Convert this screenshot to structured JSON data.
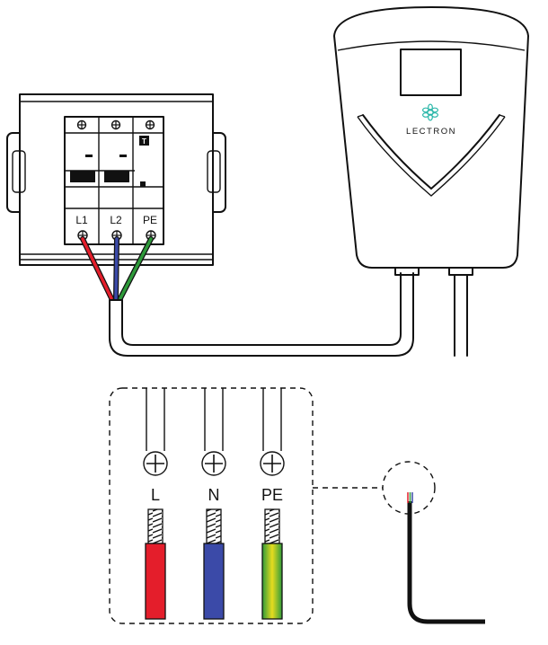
{
  "breaker": {
    "terminal_labels": [
      "L1",
      "L2",
      "PE"
    ],
    "test_button": "T"
  },
  "charger": {
    "brand": "LECTRON"
  },
  "detail": {
    "terminal_labels": [
      "L",
      "N",
      "PE"
    ]
  },
  "colors": {
    "live": "#e41e2b",
    "neutral": "#3b4aa8",
    "earth_green": "#2e9a3a",
    "earth_yellow": "#e6dc1e",
    "line": "#111111"
  }
}
